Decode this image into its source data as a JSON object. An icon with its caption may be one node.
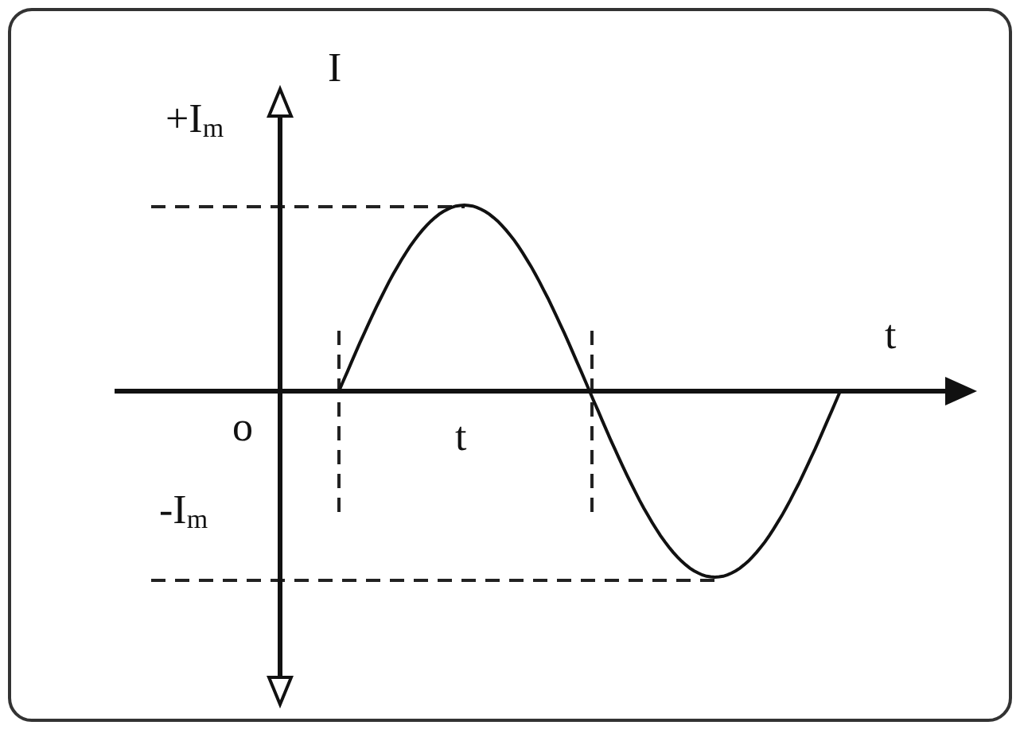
{
  "diagram": {
    "labels": [
      "I",
      "+I$_{m}$",
      "t",
      "o",
      "t",
      "-I$_{m}$"
    ]
  }
}
